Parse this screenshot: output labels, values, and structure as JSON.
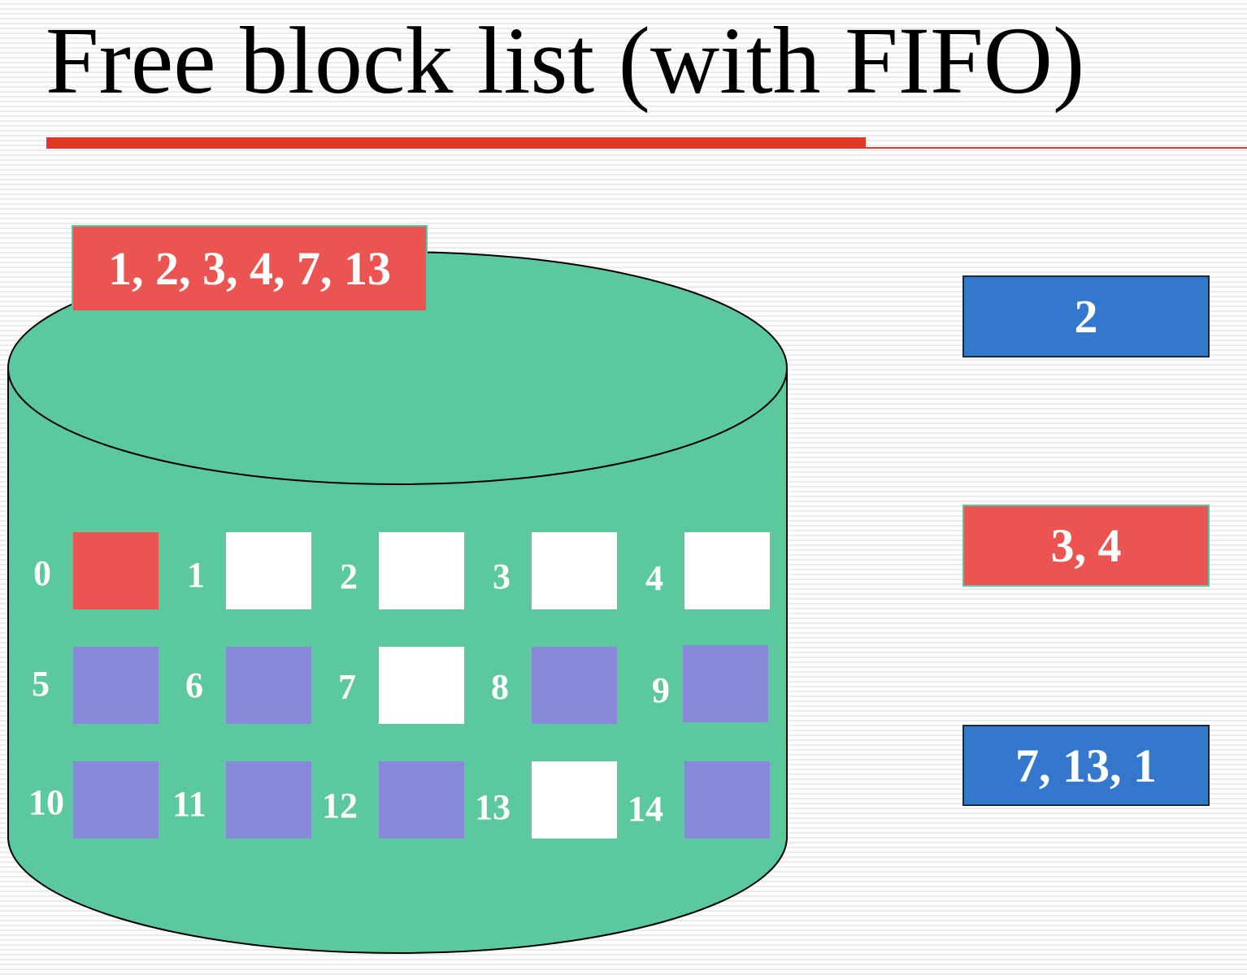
{
  "title": "Free block list (with FIFO)",
  "colors": {
    "disk": "#5cc89e",
    "used_block": "#ec5452",
    "free_block": "#ffffff",
    "data_block": "#8789d8",
    "accent_red": "#e23828",
    "queue_blue": "#3478ce",
    "queue_red": "#ec5452"
  },
  "free_list_label": "1, 2, 3, 4, 7, 13",
  "blocks": [
    {
      "number": "0",
      "state": "used"
    },
    {
      "number": "1",
      "state": "free"
    },
    {
      "number": "2",
      "state": "free"
    },
    {
      "number": "3",
      "state": "free"
    },
    {
      "number": "4",
      "state": "free"
    },
    {
      "number": "5",
      "state": "data"
    },
    {
      "number": "6",
      "state": "data"
    },
    {
      "number": "7",
      "state": "free"
    },
    {
      "number": "8",
      "state": "data"
    },
    {
      "number": "9",
      "state": "data"
    },
    {
      "number": "10",
      "state": "data"
    },
    {
      "number": "11",
      "state": "data"
    },
    {
      "number": "12",
      "state": "data"
    },
    {
      "number": "13",
      "state": "free"
    },
    {
      "number": "14",
      "state": "data"
    }
  ],
  "side_boxes": [
    {
      "label": "2",
      "color": "blue"
    },
    {
      "label": "3, 4",
      "color": "red"
    },
    {
      "label": "7, 13, 1",
      "color": "blue"
    }
  ]
}
